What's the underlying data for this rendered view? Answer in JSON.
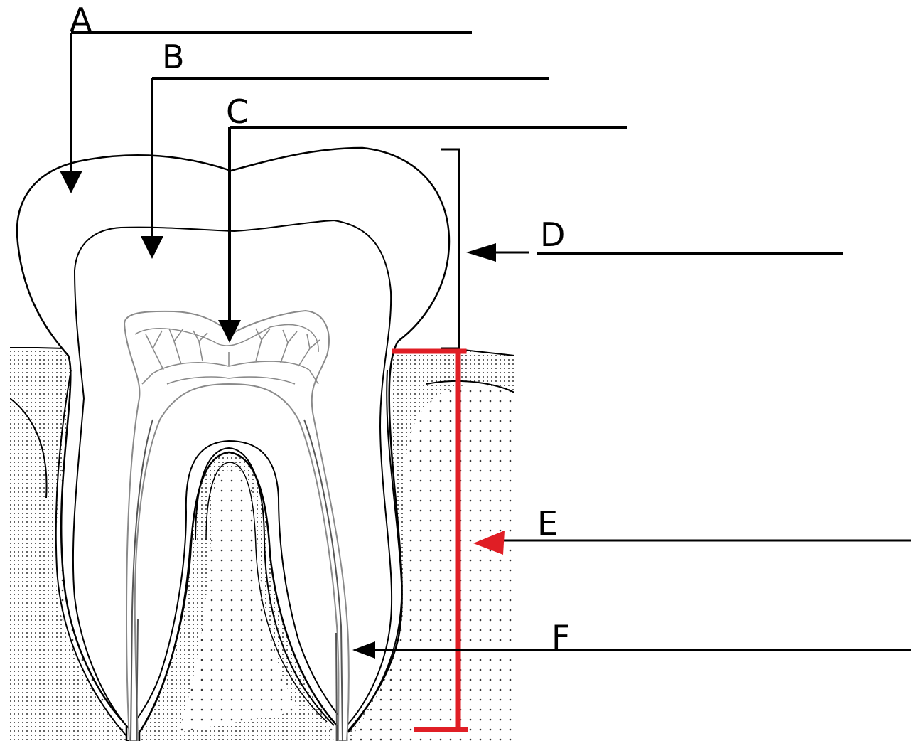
{
  "diagram": {
    "labels": {
      "a": "A",
      "b": "B",
      "c": "C",
      "d": "D",
      "e": "E",
      "f": "F"
    },
    "colors": {
      "ink": "#000000",
      "pulp": "#8a8a8a",
      "highlight": "#e01e25",
      "background": "#ffffff"
    }
  }
}
